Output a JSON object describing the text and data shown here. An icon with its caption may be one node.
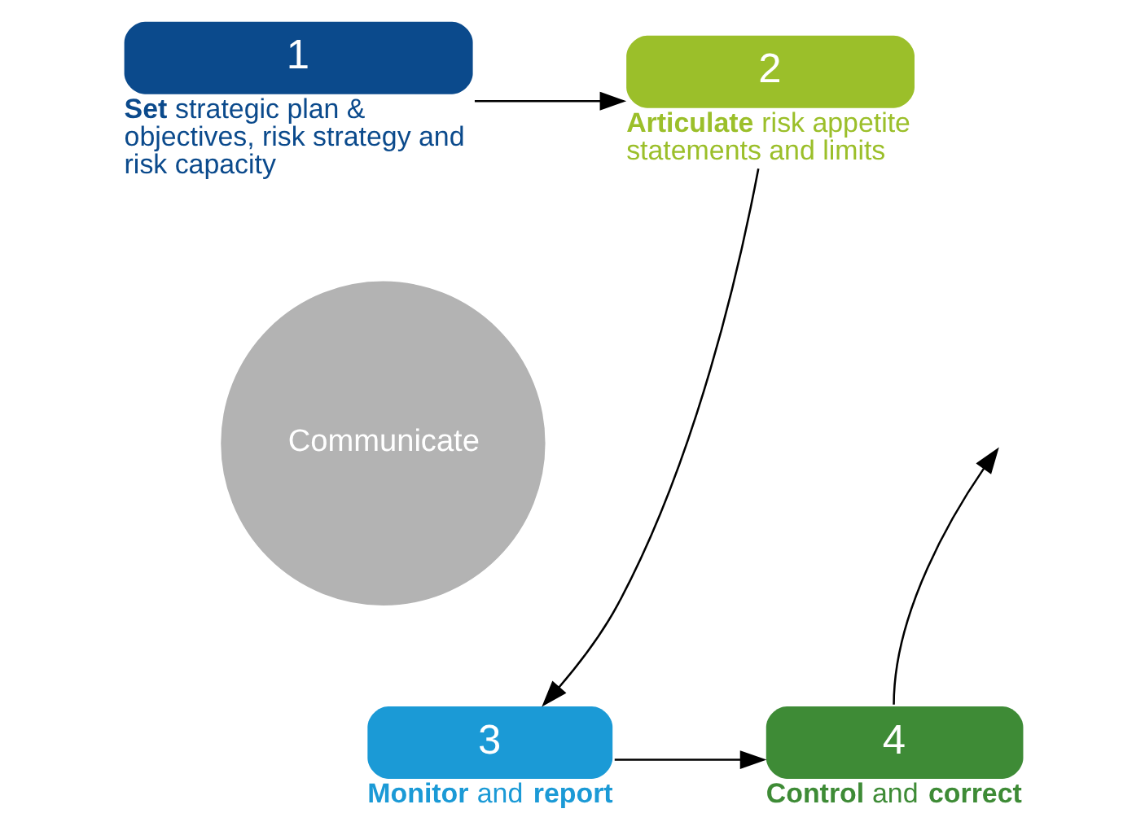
{
  "diagram": {
    "nodes": [
      {
        "text": [
          "1"
        ],
        "beside": [
          "**Set** strategic plan & objectives, risk strategy and risk capacity"
        ]
      },
      {
        "text": [
          "2"
        ],
        "beside": [
          "**Articulate** risk appetite statements and limits"
        ]
      },
      {
        "text": [
          "3"
        ],
        "beside": [
          "**Monitor** and **report**"
        ]
      },
      {
        "text": [
          "4"
        ],
        "beside": [
          "**Control** and **correct**"
        ]
      },
      {
        "text": [
          "Communicate"
        ]
      }
    ],
    "edges": [
      {
        "from": 0,
        "to": 1,
        "arrow": "to"
      },
      {
        "from": 1,
        "to": 2,
        "arrow": "to"
      },
      {
        "from": 2,
        "to": 3,
        "arrow": "to"
      },
      {
        "from": 3,
        "to": null,
        "arrow": "to"
      }
    ]
  }
}
